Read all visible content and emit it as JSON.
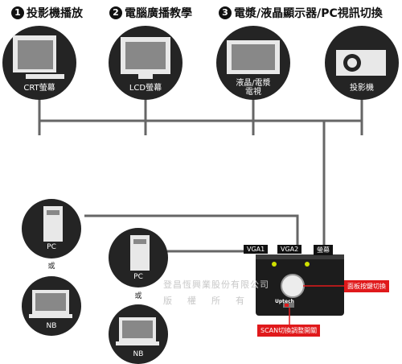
{
  "headers": [
    {
      "num": "1",
      "text": "投影機播放"
    },
    {
      "num": "2",
      "text": "電腦廣播教學"
    },
    {
      "num": "3",
      "text": "電漿/液晶顯示器/PC視訊切換"
    }
  ],
  "devices": [
    {
      "label": "CRT螢幕"
    },
    {
      "label": "LCD螢幕"
    },
    {
      "label": "液晶/電漿\n電視"
    },
    {
      "label": "投影機"
    }
  ],
  "computers": {
    "pc_label": "PC",
    "or_label": "或",
    "nb_label": "NB"
  },
  "switch": {
    "port_vga1": "VGA1",
    "port_vga2": "VGA2",
    "port_monitor": "螢幕",
    "brand": "Uptech"
  },
  "callouts": {
    "panel_button": "面板按鍵切換",
    "scan_switch": "SCAN切換調整開關"
  },
  "watermark": {
    "line1": "登昌恆興業股份有限公司",
    "line2": "版　權　所　有"
  }
}
